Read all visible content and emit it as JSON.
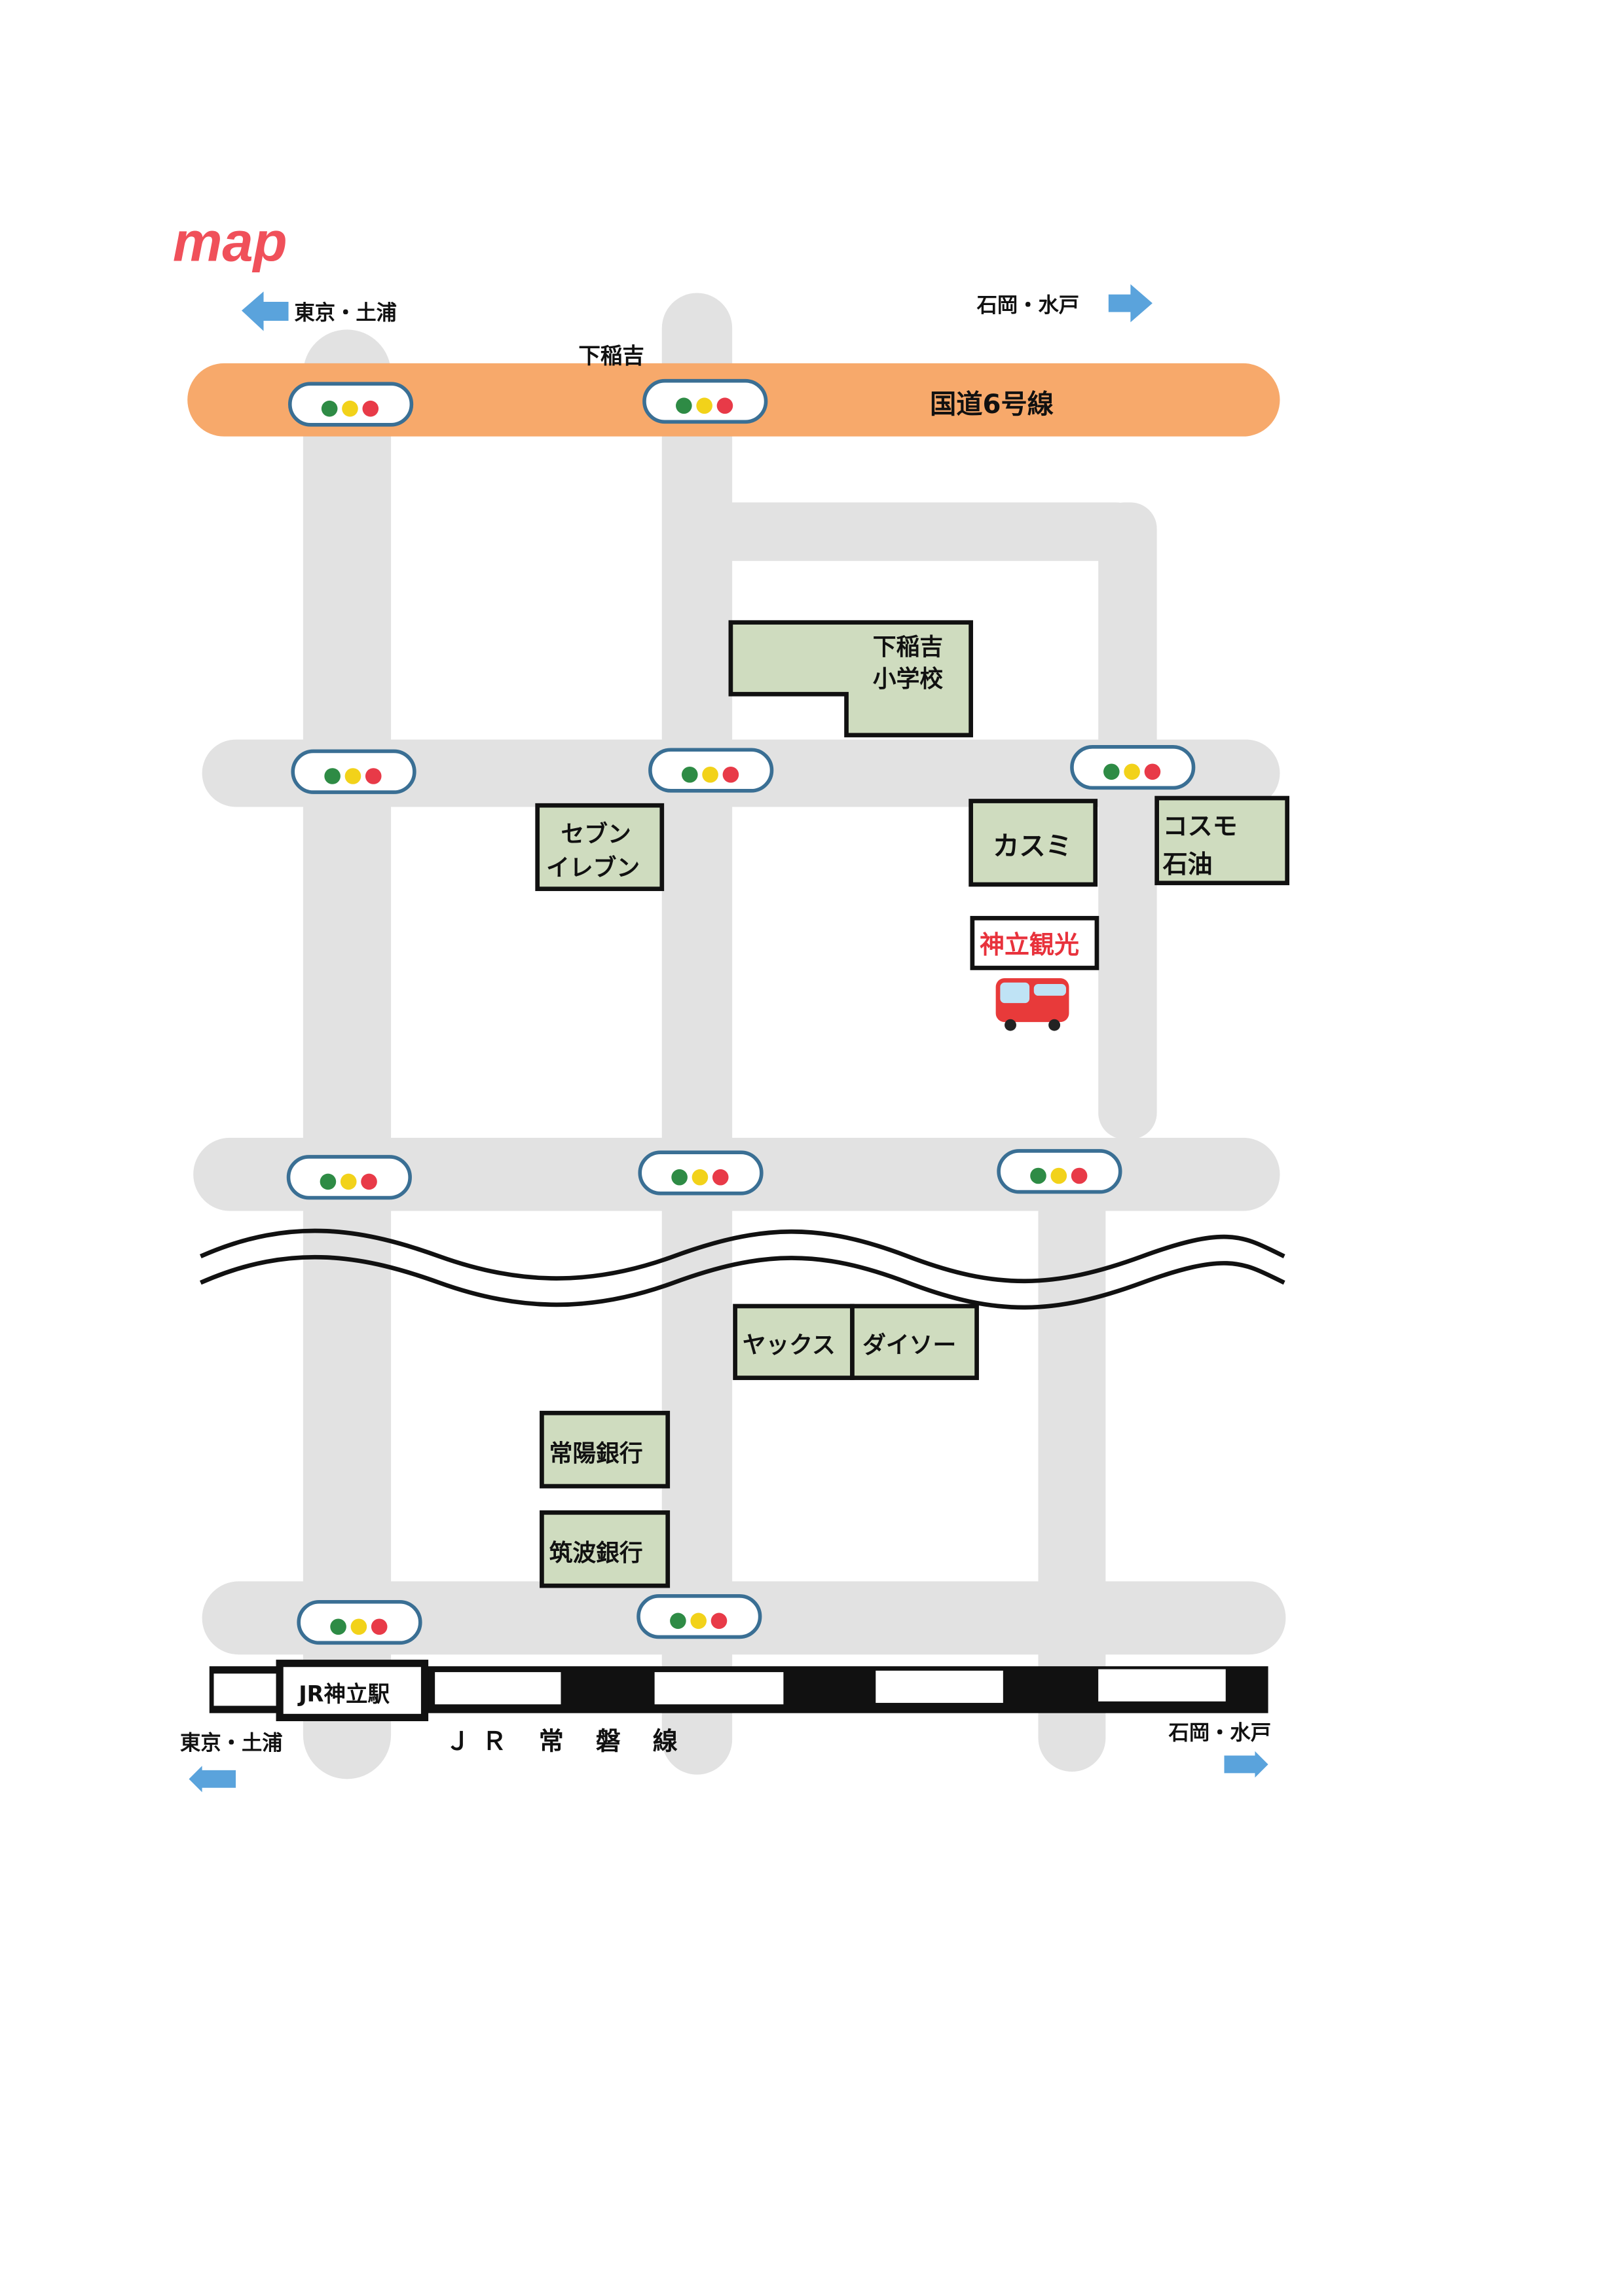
{
  "title": "map",
  "colors": {
    "title": "#f0505a",
    "route6": "#f7a96b",
    "road": "#e2e2e2",
    "building": "#cfdcbf",
    "arrow": "#5aa3dc",
    "signal_green": "#2e8b45",
    "signal_yellow": "#f2d21a",
    "signal_red": "#e83a48"
  },
  "directions": {
    "top_left": "東京・土浦",
    "top_right": "石岡・水戸",
    "bottom_left": "東京・土浦",
    "bottom_right": "石岡・水戸"
  },
  "roads": {
    "route6": "国道6号線",
    "shimoinayoshi": "下稲吉",
    "railway": "ＪＲ 常 磐 線"
  },
  "station": "JR神立駅",
  "buildings": {
    "school_line1": "下稲吉",
    "school_line2": "小学校",
    "seven_line1": "セブン",
    "seven_line2": "イレブン",
    "kasumi": "カスミ",
    "cosmo_line1": "コスモ",
    "cosmo_line2": "石油",
    "kandatsu_kanko": "神立観光",
    "yax": "ヤックス",
    "daiso": "ダイソー",
    "joyo_bank": "常陽銀行",
    "tsukuba_bank": "筑波銀行"
  }
}
